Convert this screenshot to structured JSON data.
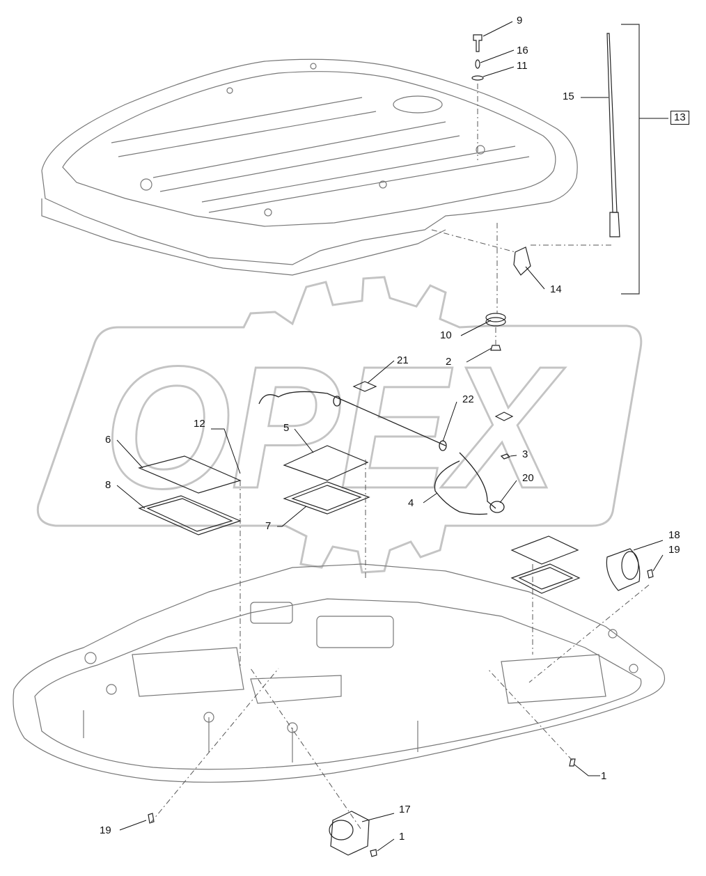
{
  "diagram": {
    "watermark": {
      "text": "OPEX",
      "color": "#bfbfbf"
    },
    "line_color": "#6f6f6f",
    "callouts": [
      {
        "id": "c9",
        "label": "9"
      },
      {
        "id": "c16",
        "label": "16"
      },
      {
        "id": "c11",
        "label": "11"
      },
      {
        "id": "c15",
        "label": "15"
      },
      {
        "id": "c13",
        "label": "13"
      },
      {
        "id": "c14",
        "label": "14"
      },
      {
        "id": "c10",
        "label": "10"
      },
      {
        "id": "c2",
        "label": "2"
      },
      {
        "id": "c21",
        "label": "21"
      },
      {
        "id": "c22",
        "label": "22"
      },
      {
        "id": "c3",
        "label": "3"
      },
      {
        "id": "c20",
        "label": "20"
      },
      {
        "id": "c4",
        "label": "4"
      },
      {
        "id": "c12",
        "label": "12"
      },
      {
        "id": "c6",
        "label": "6"
      },
      {
        "id": "c5",
        "label": "5"
      },
      {
        "id": "c8",
        "label": "8"
      },
      {
        "id": "c7",
        "label": "7"
      },
      {
        "id": "c18",
        "label": "18"
      },
      {
        "id": "c19a",
        "label": "19"
      },
      {
        "id": "c1a",
        "label": "1"
      },
      {
        "id": "c17",
        "label": "17"
      },
      {
        "id": "c19b",
        "label": "19"
      },
      {
        "id": "c1b",
        "label": "1"
      }
    ]
  }
}
